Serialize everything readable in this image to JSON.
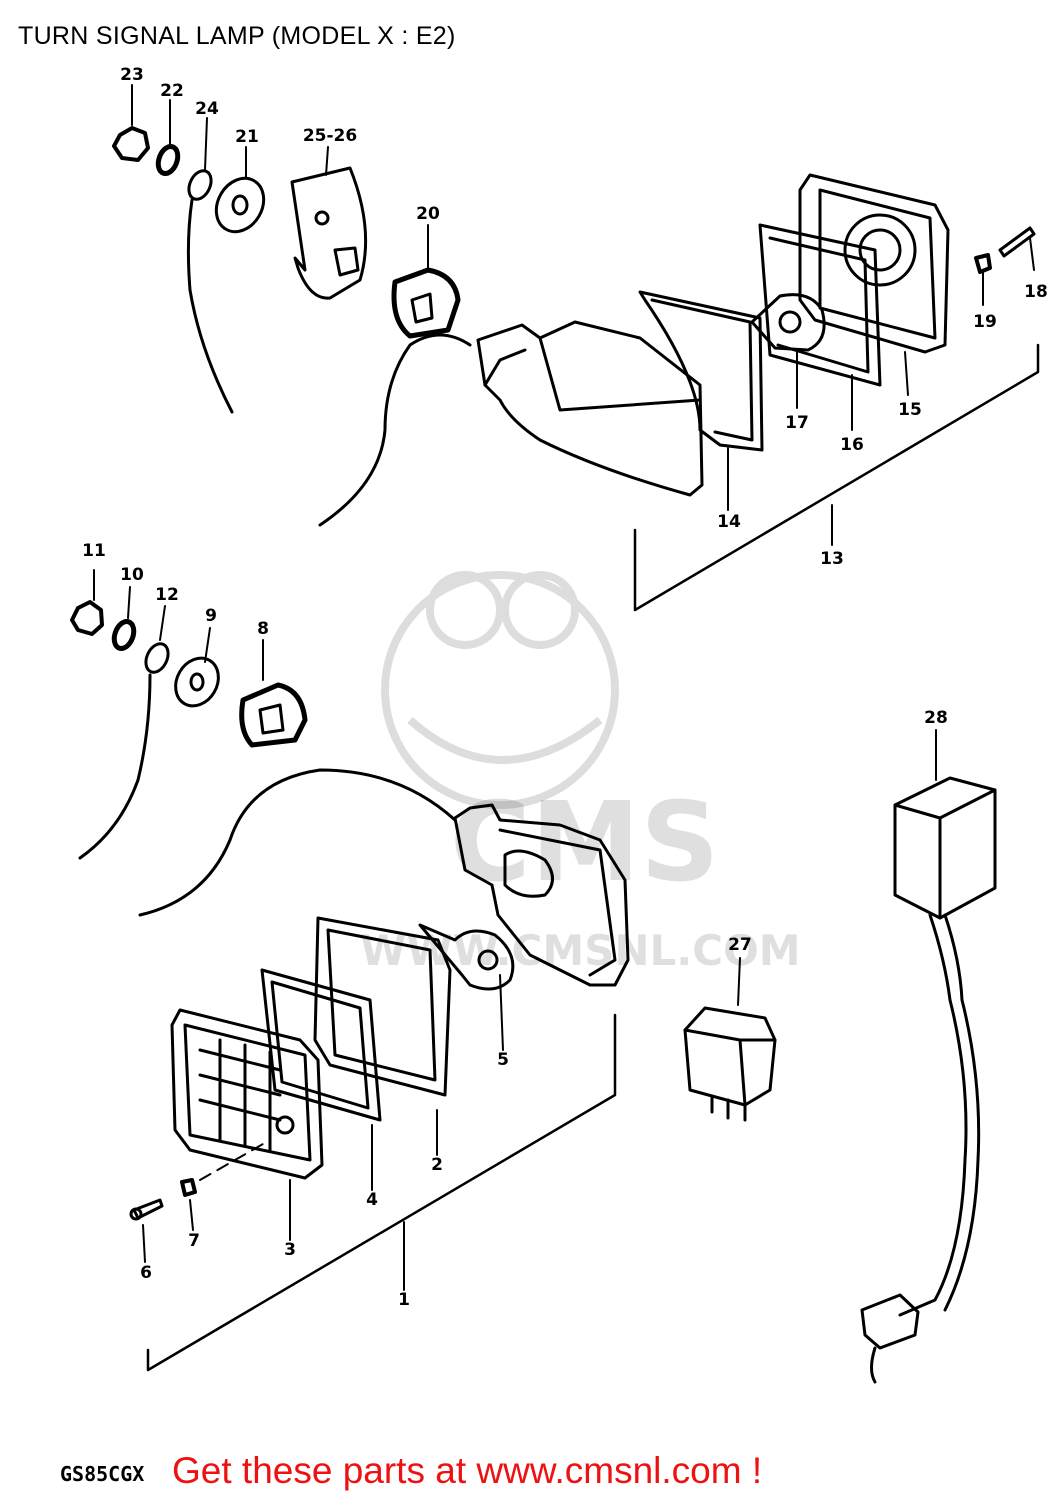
{
  "header": {
    "title": "TURN SIGNAL LAMP (MODEL X : E2)"
  },
  "watermark": {
    "logo": "CMS",
    "site": "WWW.CMSNL.COM"
  },
  "parts": [
    {
      "id": "p23",
      "label": "23"
    },
    {
      "id": "p22",
      "label": "22"
    },
    {
      "id": "p24",
      "label": "24"
    },
    {
      "id": "p21",
      "label": "21"
    },
    {
      "id": "p2526",
      "label": "25-26"
    },
    {
      "id": "p20",
      "label": "20"
    },
    {
      "id": "p18",
      "label": "18"
    },
    {
      "id": "p19",
      "label": "19"
    },
    {
      "id": "p15",
      "label": "15"
    },
    {
      "id": "p17",
      "label": "17"
    },
    {
      "id": "p16",
      "label": "16"
    },
    {
      "id": "p14",
      "label": "14"
    },
    {
      "id": "p13",
      "label": "13"
    },
    {
      "id": "p11",
      "label": "11"
    },
    {
      "id": "p10",
      "label": "10"
    },
    {
      "id": "p12",
      "label": "12"
    },
    {
      "id": "p9",
      "label": "9"
    },
    {
      "id": "p8",
      "label": "8"
    },
    {
      "id": "p28",
      "label": "28"
    },
    {
      "id": "p27",
      "label": "27"
    },
    {
      "id": "p5",
      "label": "5"
    },
    {
      "id": "p2",
      "label": "2"
    },
    {
      "id": "p4",
      "label": "4"
    },
    {
      "id": "p3",
      "label": "3"
    },
    {
      "id": "p7",
      "label": "7"
    },
    {
      "id": "p6",
      "label": "6"
    },
    {
      "id": "p1",
      "label": "1"
    }
  ],
  "footer": {
    "code": "GS85CGX",
    "cta": "Get these parts at www.cmsnl.com !",
    "cta_color": "#ee1111"
  }
}
